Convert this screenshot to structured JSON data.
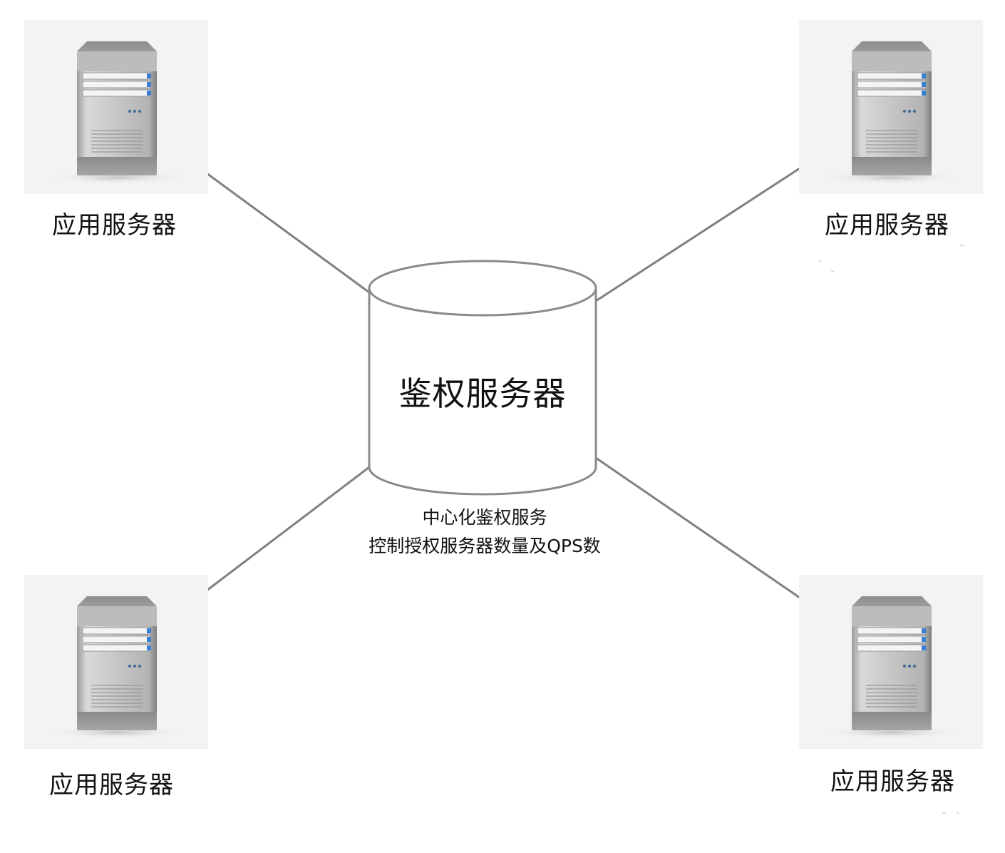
{
  "central_node": {
    "label": "鉴权服务器",
    "caption_line_1": "中心化鉴权服务",
    "caption_line_2": "控制授权服务器数量及QPS数"
  },
  "servers": {
    "top_left": {
      "label": "应用服务器",
      "icon": "server-tower-icon"
    },
    "top_right": {
      "label": "应用服务器",
      "icon": "server-tower-icon"
    },
    "bottom_left": {
      "label": "应用服务器",
      "icon": "server-tower-icon"
    },
    "bottom_right": {
      "label": "应用服务器",
      "icon": "server-tower-icon"
    }
  },
  "colors": {
    "connector": "#808080",
    "cylinder_stroke": "#8a8a8a",
    "card_background": "#f3f3f3",
    "server_led": "#3b7fd4"
  }
}
